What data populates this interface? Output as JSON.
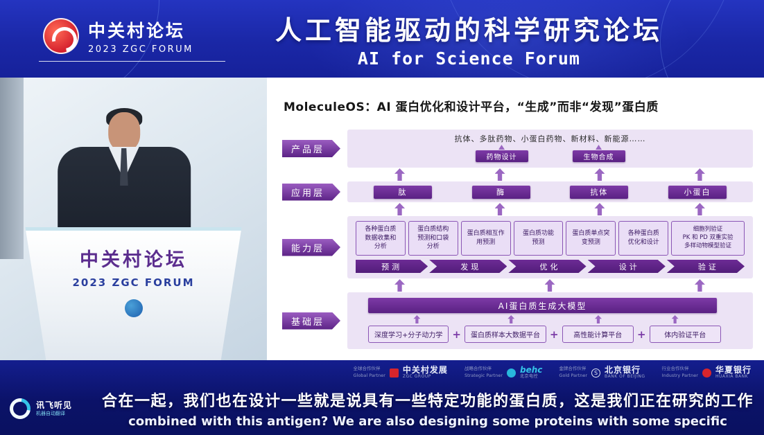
{
  "colors": {
    "header_bg": "#1b2aa8",
    "purple_dark": "#5c2386",
    "purple_mid": "#8a55b5",
    "band_bg": "#ece3f5",
    "bottom_bg": "#0c1470",
    "caption_cyan": "#35c3e8"
  },
  "header": {
    "logo_cn": "中关村论坛",
    "logo_en": "2023 ZGC FORUM",
    "title": "人工智能驱动的科学研究论坛",
    "subtitle": "AI for Science Forum"
  },
  "video": {
    "podium_cn": "中关村论坛",
    "podium_en": "2023 ZGC FORUM"
  },
  "slide": {
    "title": "MoleculeOS：AI 蛋白优化和设计平台，“生成”而非“发现”蛋白质",
    "product": {
      "label": "产品层",
      "caption": "抗体、多肽药物、小蛋白药物、新材料、新能源……",
      "boxes": [
        "药物设计",
        "生物合成"
      ]
    },
    "application": {
      "label": "应用层",
      "boxes": [
        "肽",
        "酶",
        "抗体",
        "小蛋白"
      ]
    },
    "capability": {
      "label": "能力层",
      "boxes": [
        "各种蛋白质\n数据收集和\n分析",
        "蛋白质结构\n预测和口袋\n分析",
        "蛋白质相互作\n用预测",
        "蛋白质功能\n预测",
        "蛋白质单点突\n变预测",
        "各种蛋白质\n优化和设计",
        "细胞列验证\nPK 和 PD 双重实验\n多样动物模型验证"
      ],
      "steps": [
        "预测",
        "发现",
        "优化",
        "设计",
        "验证"
      ]
    },
    "foundation": {
      "label": "基础层",
      "model": "AI蛋白质生成大模型",
      "plus": "+",
      "platforms": [
        "深度学习+分子动力学",
        "蛋白质样本大数据平台",
        "高性能计算平台",
        "体内验证平台"
      ]
    }
  },
  "sponsors": [
    {
      "tier_cn": "全球合作伙伴",
      "tier_en": "Global Partner",
      "name": "中关村发展",
      "sub": "ZGC GROUP"
    },
    {
      "tier_cn": "战略合作伙伴",
      "tier_en": "Strategic Partner",
      "name": "behc",
      "sub": "北京电控"
    },
    {
      "tier_cn": "金牌合作伙伴",
      "tier_en": "Gold Partner",
      "name": "北京银行",
      "sub": "BANK OF BEIJING"
    },
    {
      "tier_cn": "行业合作伙伴",
      "tier_en": "Industry Partner",
      "name": "华夏银行",
      "sub": "HUAXIA BANK"
    }
  ],
  "caption": {
    "logo_cn": "讯飞听见",
    "logo_sub": "机器自动翻译",
    "cn": "合在一起，我们也在设计一些就是说具有一些特定功能的蛋白质，这是我们正在研究的工作",
    "en": "combined with this antigen? We are also designing some proteins with some specific"
  },
  "icons": {
    "zgc_logo": "zgc-forum-logo-icon",
    "up_arrow": "up-arrow-icon",
    "iflytek": "iflytek-listen-icon",
    "podium_logo": "podium-logo-icon"
  }
}
